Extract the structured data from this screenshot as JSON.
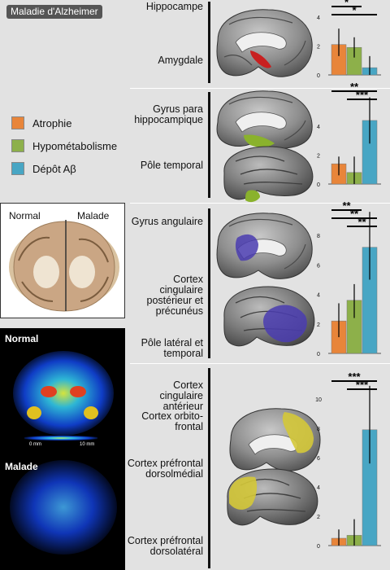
{
  "title": "Maladie d'Alzheimer",
  "legend": [
    {
      "label": "Atrophie",
      "color": "#e8853a"
    },
    {
      "label": "Hypométabolisme",
      "color": "#8db04a"
    },
    {
      "label": "Dépôt Aβ",
      "color": "#48a6c4"
    }
  ],
  "panels": [
    {
      "labels": [
        "Hippocampe",
        "Amygdale"
      ],
      "highlight_color": "#c82020",
      "chart_data": {
        "type": "bar",
        "categories": [
          "Atrophie",
          "Hypométabolisme",
          "Dépôt Aβ"
        ],
        "values": [
          2.1,
          1.9,
          0.5
        ],
        "errors": [
          [
            1.3,
            3.2
          ],
          [
            1.2,
            2.6
          ],
          [
            0.0,
            1.3
          ]
        ],
        "ylim": [
          0,
          4.5
        ],
        "yticks": [
          "0",
          "2",
          "4"
        ],
        "significance": [
          {
            "from": 0,
            "to": 1,
            "label": "*"
          },
          {
            "from": 0,
            "to": 2,
            "label": "*"
          }
        ]
      }
    },
    {
      "labels": [
        "Gyrus para hippocampique",
        "Pôle temporal"
      ],
      "highlight_color": "#8ab22c",
      "chart_data": {
        "type": "bar",
        "categories": [
          "Atrophie",
          "Hypométabolisme",
          "Dépôt Aβ"
        ],
        "values": [
          1.4,
          0.8,
          4.4
        ],
        "errors": [
          [
            0.6,
            1.9
          ],
          [
            0.0,
            1.9
          ],
          [
            2.8,
            6.0
          ]
        ],
        "ylim": [
          0,
          6.2
        ],
        "yticks": [
          "0",
          "2",
          "4"
        ],
        "significance": [
          {
            "from": 0,
            "to": 2,
            "label": "**"
          },
          {
            "from": 1,
            "to": 2,
            "label": "***"
          }
        ]
      }
    },
    {
      "labels": [
        "Gyrus angulaire",
        "Cortex cingulaire postérieur et précunéus",
        "Pôle latéral et temporal"
      ],
      "highlight_color": "#4a3cb0",
      "chart_data": {
        "type": "bar",
        "categories": [
          "Atrophie",
          "Hypométabolisme",
          "Dépôt Aβ"
        ],
        "values": [
          2.2,
          3.6,
          7.2
        ],
        "errors": [
          [
            1.1,
            3.4
          ],
          [
            2.4,
            4.7
          ],
          [
            5.0,
            9.6
          ]
        ],
        "ylim": [
          0,
          9.5
        ],
        "yticks": [
          "0",
          "2",
          "4",
          "6",
          "8"
        ],
        "significance": [
          {
            "from": 0,
            "to": 1,
            "label": "**"
          },
          {
            "from": 0,
            "to": 2,
            "label": "**"
          },
          {
            "from": 1,
            "to": 2,
            "label": "**"
          }
        ]
      }
    },
    {
      "labels": [
        "Cortex cingulaire antérieur",
        "Cortex orbito-frontal",
        "Cortex préfrontal dorsolmédial",
        "Cortex préfrontal dorsolatéral"
      ],
      "highlight_color": "#d4c838",
      "chart_data": {
        "type": "bar",
        "categories": [
          "Atrophie",
          "Hypométabolisme",
          "Dépôt Aβ"
        ],
        "values": [
          0.5,
          0.7,
          7.9
        ],
        "errors": [
          [
            0.0,
            1.1
          ],
          [
            0.0,
            1.8
          ],
          [
            5.6,
            10.9
          ]
        ],
        "ylim": [
          0,
          11
        ],
        "yticks": [
          "0",
          "2",
          "4",
          "6",
          "8",
          "10"
        ],
        "significance": [
          {
            "from": 0,
            "to": 2,
            "label": "***"
          },
          {
            "from": 1,
            "to": 2,
            "label": "***"
          }
        ]
      }
    }
  ],
  "photo": {
    "left_label": "Normal",
    "right_label": "Malade"
  },
  "pet": {
    "top_label": "Normal",
    "bottom_label": "Malade",
    "scale_min": "0 mm",
    "scale_max": "10 mm"
  }
}
